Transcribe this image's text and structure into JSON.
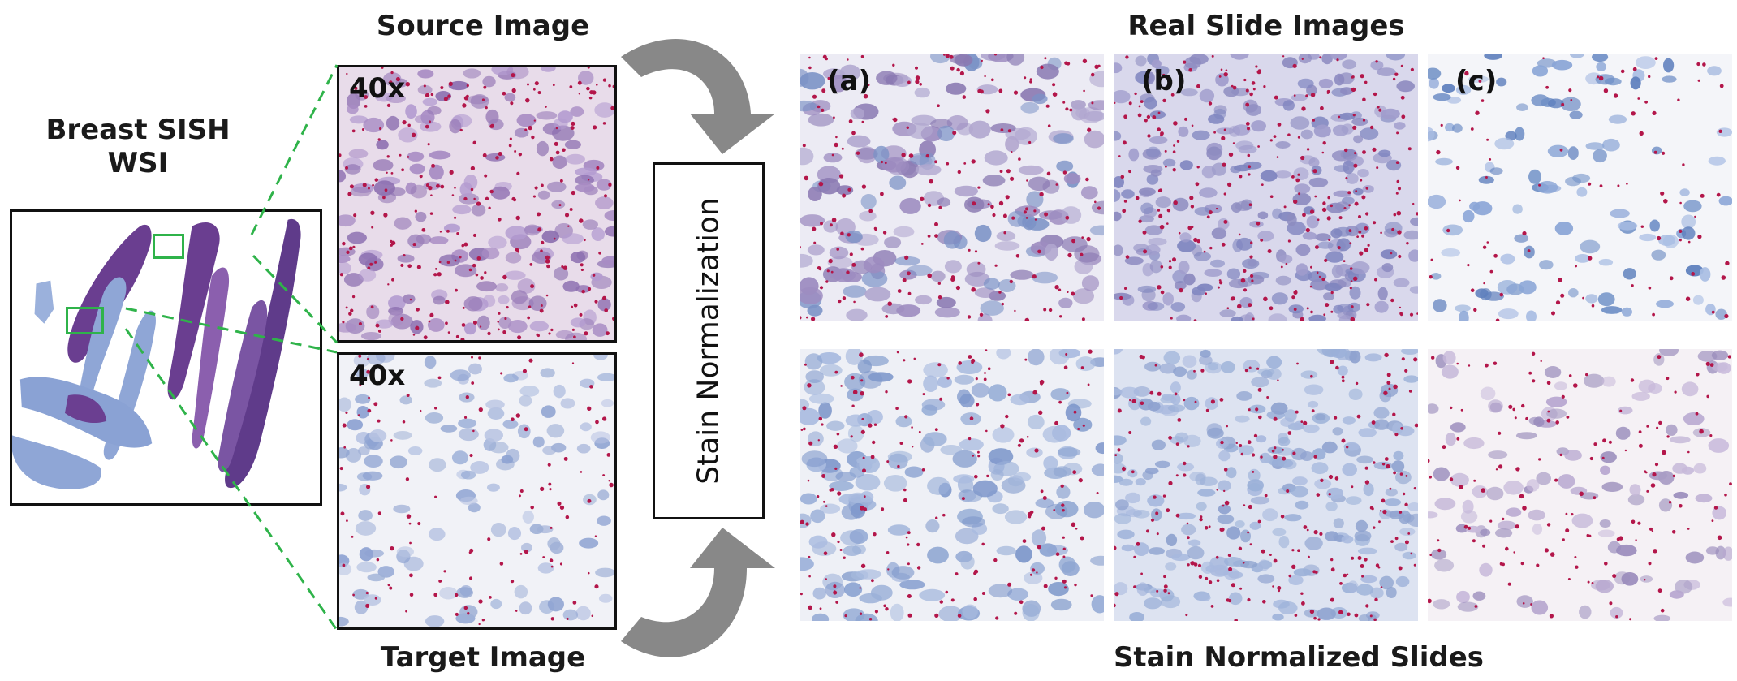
{
  "wsi": {
    "title": "Breast SISH\nWSI"
  },
  "source": {
    "title": "Source Image",
    "magnification": "40x"
  },
  "target": {
    "title": "Target Image",
    "magnification": "40x"
  },
  "stain_normalization": {
    "label": "Stain Normalization"
  },
  "real_slides": {
    "title": "Real Slide Images",
    "panels": [
      "(a)",
      "(b)",
      "(c)"
    ]
  },
  "normalized_slides": {
    "title": "Stain Normalized Slides"
  },
  "colors": {
    "connector": "#2fb34a",
    "arrow": "#888888",
    "tissue_blue": "#8fa6d6",
    "tissue_purple": "#6b3f91",
    "signal_red": "#b3164a"
  }
}
